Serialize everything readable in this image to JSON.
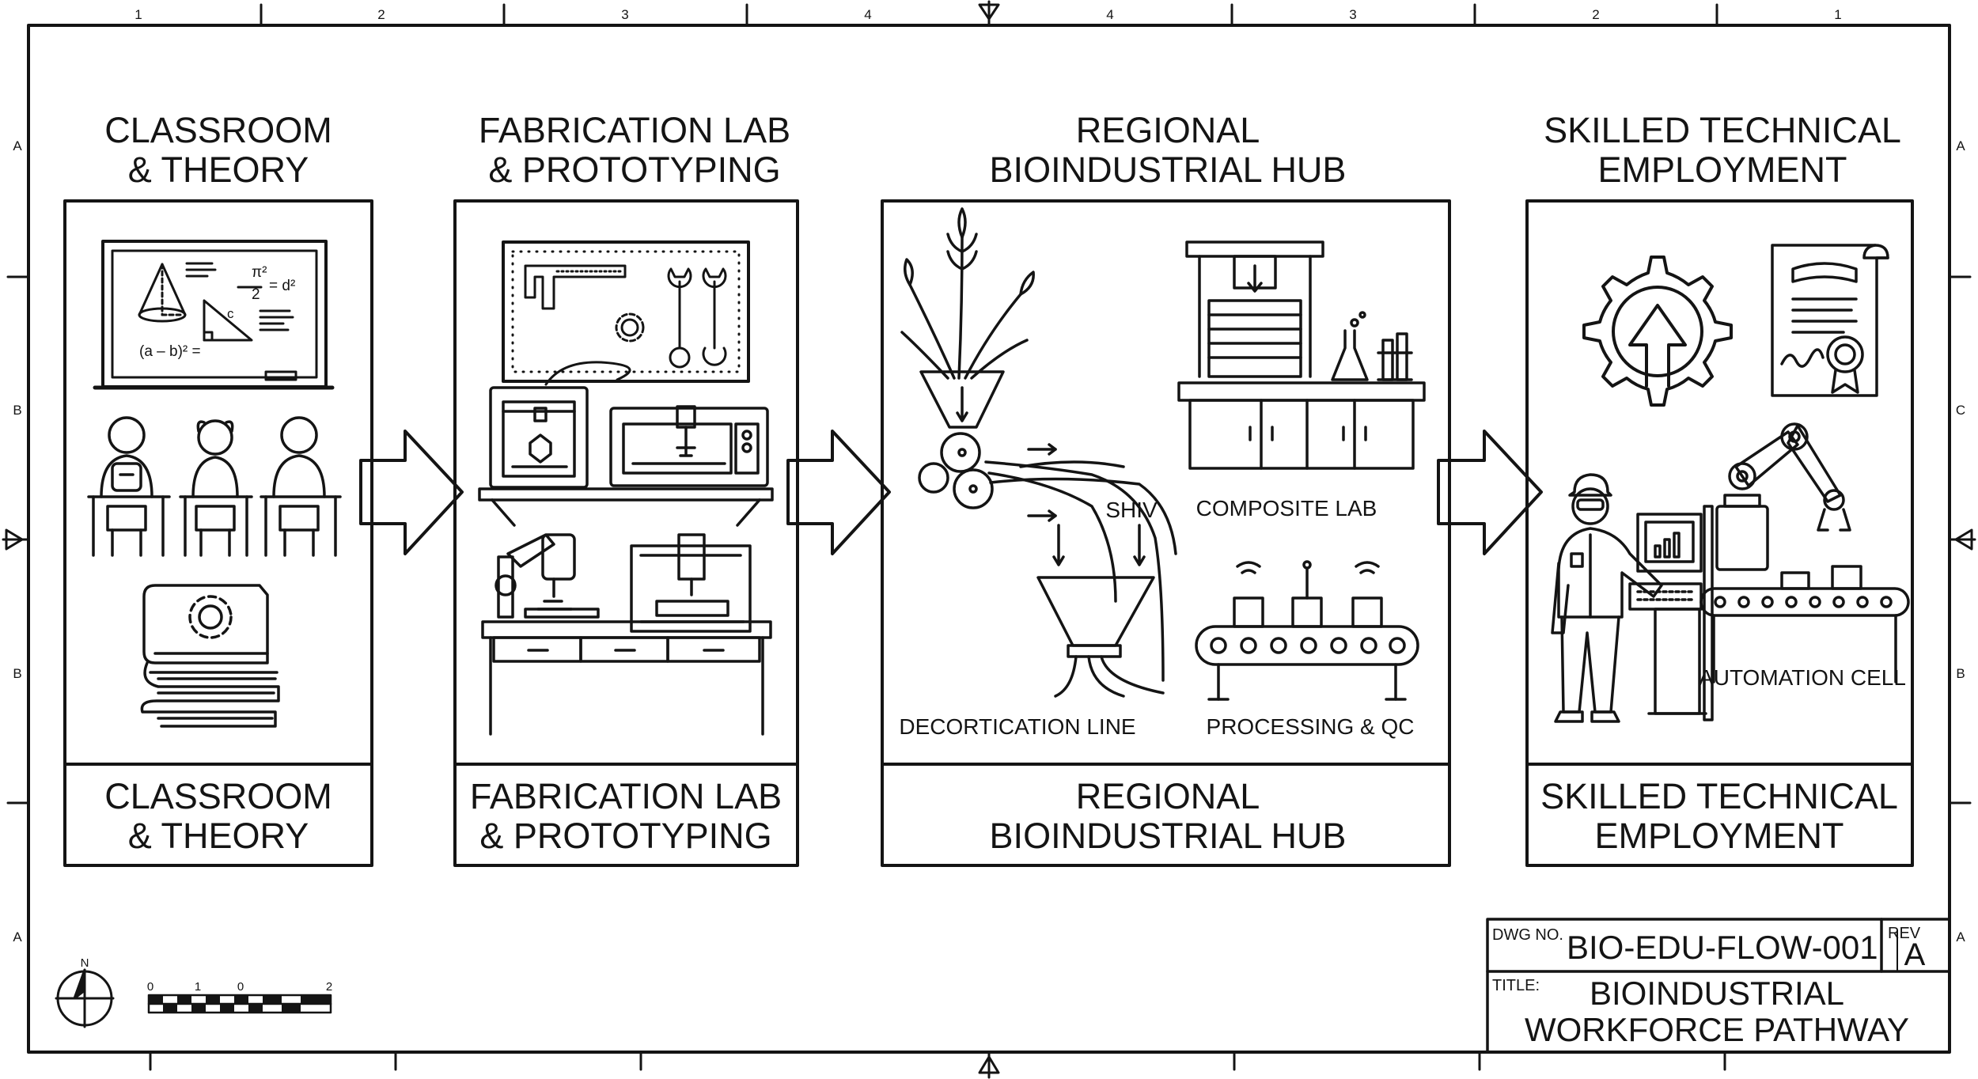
{
  "sheet": {
    "top_ruler": [
      "1",
      "2",
      "3",
      "4",
      "4",
      "3",
      "2",
      "1"
    ],
    "left_ruler": [
      "A",
      "B",
      "B",
      "A"
    ],
    "right_ruler": [
      "A",
      "C",
      "B",
      "A"
    ]
  },
  "stages": [
    {
      "title_lines": [
        "CLASSROOM",
        "& THEORY"
      ],
      "footer_lines": [
        "CLASSROOM",
        "& THEORY"
      ],
      "icons": [
        "chalkboard-icon",
        "students-at-desks-icon",
        "gear-book-stack-icon"
      ],
      "chalkboard_text": {
        "eq1": "(a – b)² =",
        "eq2": "π²",
        "eq3": "2",
        "eq4": "= d²",
        "tri_label": "c"
      }
    },
    {
      "title_lines": [
        "FABRICATION LAB",
        "& PROTOTYPING"
      ],
      "footer_lines": [
        "FABRICATION LAB",
        "& PROTOTYPING"
      ],
      "icons": [
        "tool-pegboard-icon",
        "3d-printer-icon",
        "laser-cutter-icon",
        "drill-press-icon",
        "cnc-mill-icon"
      ]
    },
    {
      "title_lines": [
        "REGIONAL",
        "BIOINDUSTRIAL HUB"
      ],
      "footer_lines": [
        "REGIONAL",
        "BIOINDUSTRIAL HUB"
      ],
      "icons": [
        "crop-plant-icon",
        "decortication-rollers-icon",
        "hydraulic-press-icon",
        "lab-glassware-icon",
        "conveyor-icon"
      ],
      "annotations": {
        "shiv": "SHIV",
        "composite_lab": "COMPOSITE LAB",
        "decortication_line": "DECORTICATION LINE",
        "processing_qc": "PROCESSING & QC"
      }
    },
    {
      "title_lines": [
        "SKILLED TECHNICAL",
        "EMPLOYMENT"
      ],
      "footer_lines": [
        "SKILLED TECHNICAL",
        "EMPLOYMENT"
      ],
      "icons": [
        "gear-arrow-icon",
        "certificate-icon",
        "technician-icon",
        "robot-arm-icon"
      ],
      "annotations": {
        "automation_cell": "AUTOMATION CELL"
      }
    }
  ],
  "scale_bar": {
    "labels": [
      "0",
      "1",
      "0",
      "2"
    ],
    "north": "N"
  },
  "title_block": {
    "dwg_no_label": "DWG NO.",
    "dwg_no": "BIO-EDU-FLOW-001",
    "rev_label": "REV",
    "rev": "A",
    "title_label": "TITLE:",
    "title_lines": [
      "BIOINDUSTRIAL",
      "WORKFORCE PATHWAY"
    ]
  }
}
